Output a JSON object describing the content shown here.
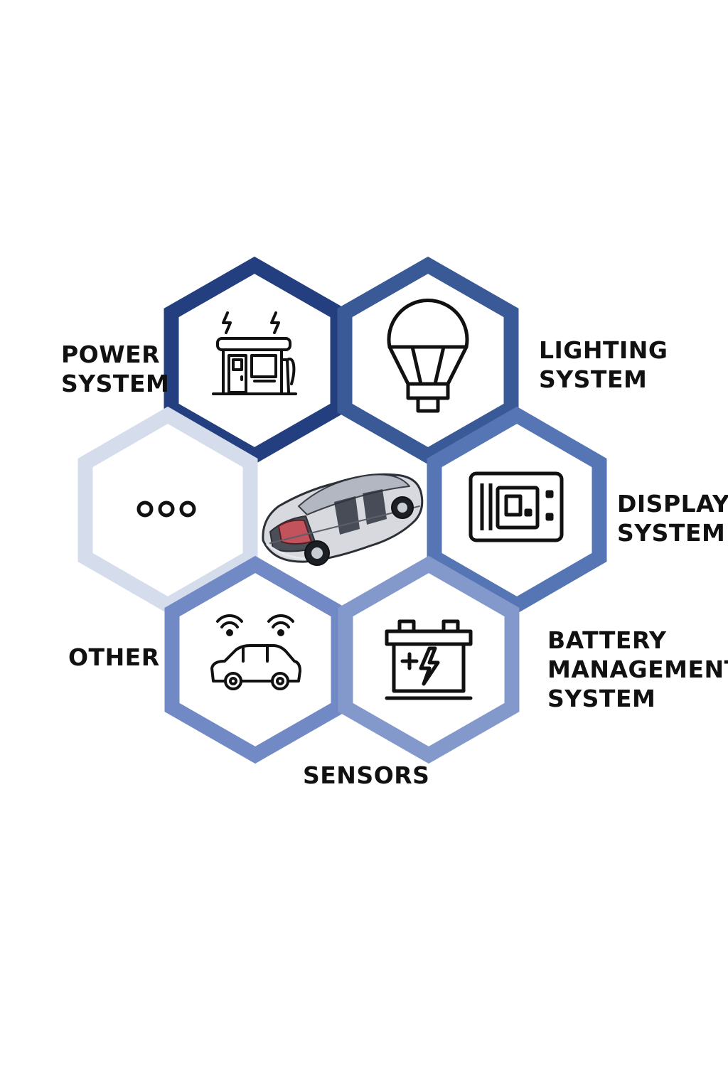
{
  "hexagons": [
    {
      "id": "power",
      "color": "#243f7f",
      "icon": "charging-station-icon"
    },
    {
      "id": "lighting",
      "color": "#3a5997",
      "icon": "light-bulb-icon"
    },
    {
      "id": "display",
      "color": "#5575b4",
      "icon": "display-panel-icon"
    },
    {
      "id": "battery",
      "color": "#8399cb",
      "icon": "car-battery-icon"
    },
    {
      "id": "sensors",
      "color": "#7189c5",
      "icon": "connected-car-icon"
    },
    {
      "id": "other",
      "color": "#d5dcec",
      "icon": "ellipsis-icon"
    }
  ],
  "center": {
    "icon": "car-cutaway-icon"
  },
  "labels": {
    "power": [
      "POWER",
      "SYSTEM"
    ],
    "lighting": [
      "LIGHTING",
      "SYSTEM"
    ],
    "display": [
      "DISPLAY",
      "SYSTEM"
    ],
    "battery": [
      "BATTERY",
      "MANAGEMENT",
      "SYSTEM"
    ],
    "sensors": [
      "SENSORS"
    ],
    "other": [
      "OTHER"
    ]
  }
}
